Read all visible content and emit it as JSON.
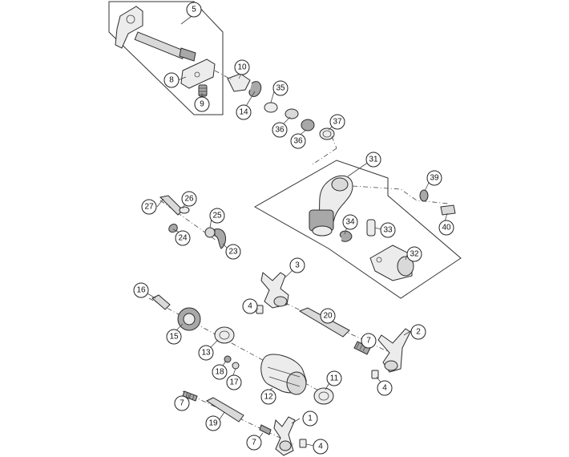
{
  "callouts": [
    {
      "id": "c5",
      "label": "5"
    },
    {
      "id": "c8",
      "label": "8"
    },
    {
      "id": "c9",
      "label": "9"
    },
    {
      "id": "c10",
      "label": "10"
    },
    {
      "id": "c14",
      "label": "14"
    },
    {
      "id": "c35",
      "label": "35"
    },
    {
      "id": "c36a",
      "label": "36"
    },
    {
      "id": "c36b",
      "label": "36"
    },
    {
      "id": "c37",
      "label": "37"
    },
    {
      "id": "c31",
      "label": "31"
    },
    {
      "id": "c39",
      "label": "39"
    },
    {
      "id": "c40",
      "label": "40"
    },
    {
      "id": "c26",
      "label": "26"
    },
    {
      "id": "c27",
      "label": "27"
    },
    {
      "id": "c25",
      "label": "25"
    },
    {
      "id": "c24",
      "label": "24"
    },
    {
      "id": "c23",
      "label": "23"
    },
    {
      "id": "c34",
      "label": "34"
    },
    {
      "id": "c33",
      "label": "33"
    },
    {
      "id": "c32",
      "label": "32"
    },
    {
      "id": "c3",
      "label": "3"
    },
    {
      "id": "c16",
      "label": "16"
    },
    {
      "id": "c4a",
      "label": "4"
    },
    {
      "id": "c20",
      "label": "20"
    },
    {
      "id": "c15",
      "label": "15"
    },
    {
      "id": "c13",
      "label": "13"
    },
    {
      "id": "c7a",
      "label": "7"
    },
    {
      "id": "c2",
      "label": "2"
    },
    {
      "id": "c18",
      "label": "18"
    },
    {
      "id": "c17",
      "label": "17"
    },
    {
      "id": "c11",
      "label": "11"
    },
    {
      "id": "c12",
      "label": "12"
    },
    {
      "id": "c4b",
      "label": "4"
    },
    {
      "id": "c7b",
      "label": "7"
    },
    {
      "id": "c1",
      "label": "1"
    },
    {
      "id": "c19",
      "label": "19"
    },
    {
      "id": "c7c",
      "label": "7"
    },
    {
      "id": "c4c",
      "label": "4"
    }
  ]
}
